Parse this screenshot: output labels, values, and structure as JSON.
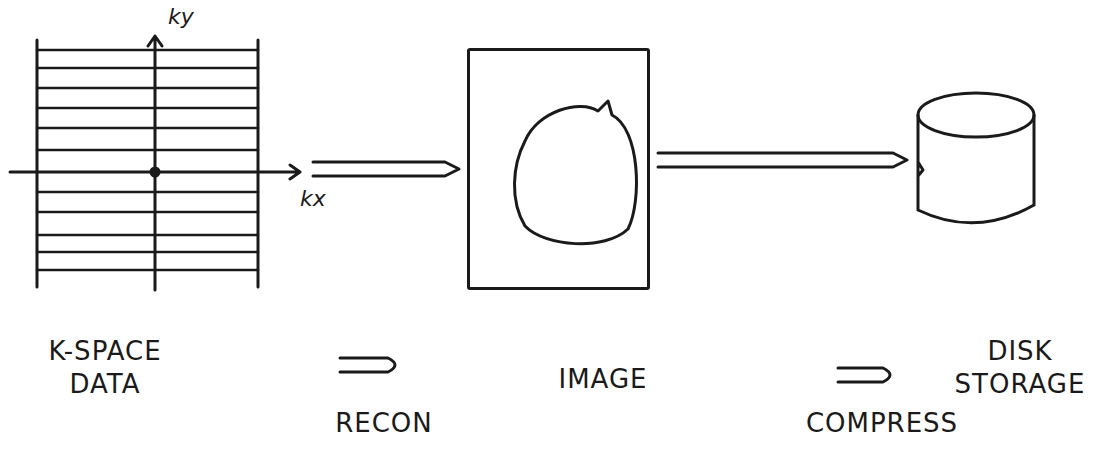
{
  "diagram": {
    "nodes": [
      {
        "text": [
          "K-SPACE DATA"
        ]
      },
      {
        "text": [
          "IMAGE"
        ]
      },
      {
        "text": [
          "DISK STORAGE"
        ]
      }
    ],
    "edges": [
      {
        "from": 0,
        "to": 1,
        "arrow": "to",
        "label": "RECON"
      },
      {
        "from": 1,
        "to": 2,
        "arrow": "to",
        "label": "COMPRESS"
      }
    ],
    "labels": [
      "ky",
      "kx"
    ]
  }
}
